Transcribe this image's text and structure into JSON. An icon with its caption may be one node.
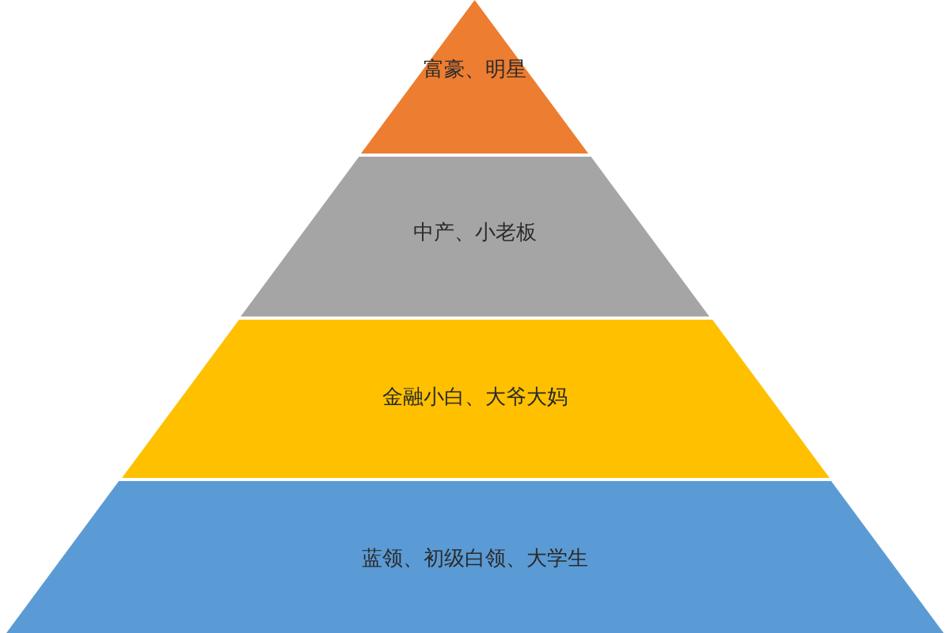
{
  "diagram": {
    "nodes": [
      {
        "text": [
          "富豪、明星"
        ]
      },
      {
        "text": [
          "中产、小老板"
        ]
      },
      {
        "text": [
          "金融小白、大爷大妈"
        ]
      },
      {
        "text": [
          "蓝领、初级白领、大学生"
        ]
      }
    ]
  }
}
